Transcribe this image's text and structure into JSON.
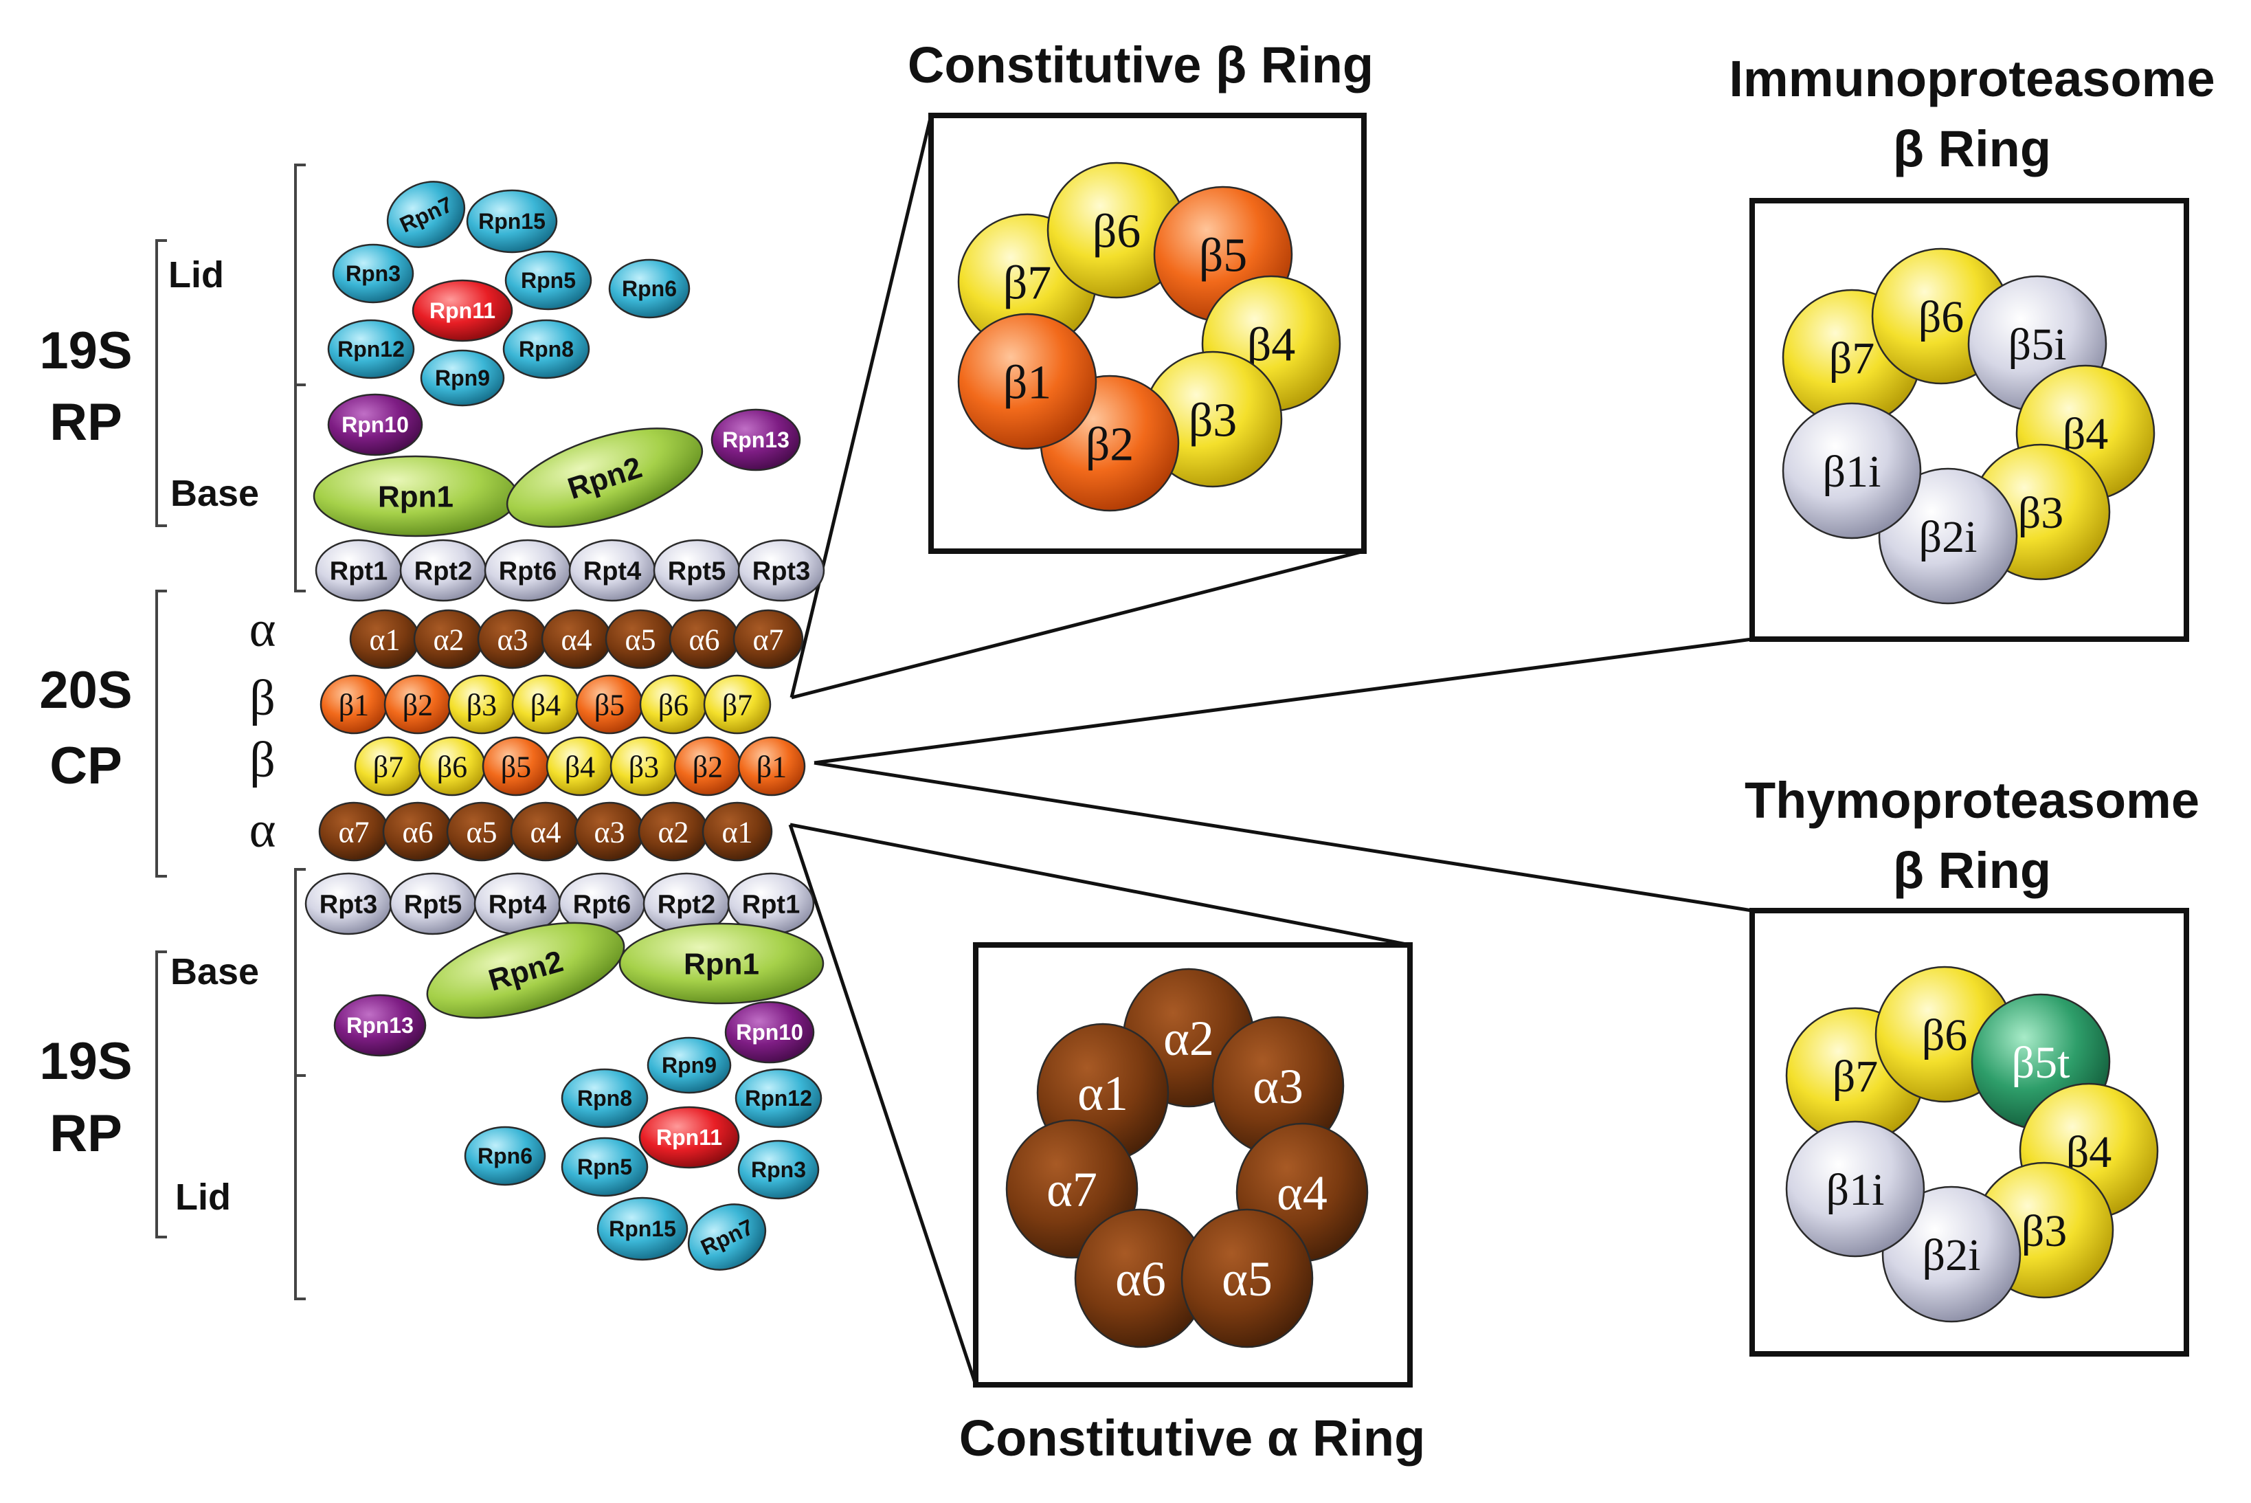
{
  "colors": {
    "cyan": "#3bb6d6",
    "red": "#e81e25",
    "purple": "#7e1d84",
    "green": "#a6d14a",
    "gray": "#d6d7e6",
    "brown": "#7a3a10",
    "orange": "#f26a1b",
    "yellow": "#f4e02c",
    "teal": "#2e9e6a"
  },
  "left_labels": {
    "rp_top_line1": "19S",
    "rp_top_line2": "RP",
    "cp_line1": "20S",
    "cp_line2": "CP",
    "rp_bottom_line1": "19S",
    "rp_bottom_line2": "RP",
    "lid_top": "Lid",
    "base_top": "Base",
    "base_bottom": "Base",
    "lid_bottom": "Lid",
    "row_alpha_top": "α",
    "row_beta_top": "β",
    "row_beta_bottom": "β",
    "row_alpha_bottom": "α"
  },
  "lid_top": [
    {
      "label": "Rpn7",
      "color": "cyan"
    },
    {
      "label": "Rpn15",
      "color": "cyan"
    },
    {
      "label": "Rpn3",
      "color": "cyan"
    },
    {
      "label": "Rpn11",
      "color": "red"
    },
    {
      "label": "Rpn5",
      "color": "cyan"
    },
    {
      "label": "Rpn6",
      "color": "cyan"
    },
    {
      "label": "Rpn12",
      "color": "cyan"
    },
    {
      "label": "Rpn8",
      "color": "cyan"
    },
    {
      "label": "Rpn9",
      "color": "cyan"
    }
  ],
  "base_top": [
    {
      "label": "Rpn10",
      "color": "purple"
    },
    {
      "label": "Rpn13",
      "color": "purple"
    },
    {
      "label": "Rpn1",
      "color": "green"
    },
    {
      "label": "Rpn2",
      "color": "green"
    }
  ],
  "rpt_top": [
    "Rpt1",
    "Rpt2",
    "Rpt6",
    "Rpt4",
    "Rpt5",
    "Rpt3"
  ],
  "alpha_top": [
    "α1",
    "α2",
    "α3",
    "α4",
    "α5",
    "α6",
    "α7"
  ],
  "beta_top": [
    {
      "label": "β1",
      "color": "orange"
    },
    {
      "label": "β2",
      "color": "orange"
    },
    {
      "label": "β3",
      "color": "yellow"
    },
    {
      "label": "β4",
      "color": "yellow"
    },
    {
      "label": "β5",
      "color": "orange"
    },
    {
      "label": "β6",
      "color": "yellow"
    },
    {
      "label": "β7",
      "color": "yellow"
    }
  ],
  "beta_bottom": [
    {
      "label": "β7",
      "color": "yellow"
    },
    {
      "label": "β6",
      "color": "yellow"
    },
    {
      "label": "β5",
      "color": "orange"
    },
    {
      "label": "β4",
      "color": "yellow"
    },
    {
      "label": "β3",
      "color": "yellow"
    },
    {
      "label": "β2",
      "color": "orange"
    },
    {
      "label": "β1",
      "color": "orange"
    }
  ],
  "alpha_bottom": [
    "α7",
    "α6",
    "α5",
    "α4",
    "α3",
    "α2",
    "α1"
  ],
  "rpt_bottom": [
    "Rpt3",
    "Rpt5",
    "Rpt4",
    "Rpt6",
    "Rpt2",
    "Rpt1"
  ],
  "base_bottom": [
    {
      "label": "Rpn2",
      "color": "green"
    },
    {
      "label": "Rpn1",
      "color": "green"
    },
    {
      "label": "Rpn13",
      "color": "purple"
    },
    {
      "label": "Rpn10",
      "color": "purple"
    }
  ],
  "lid_bottom": [
    {
      "label": "Rpn9",
      "color": "cyan"
    },
    {
      "label": "Rpn8",
      "color": "cyan"
    },
    {
      "label": "Rpn12",
      "color": "cyan"
    },
    {
      "label": "Rpn11",
      "color": "red"
    },
    {
      "label": "Rpn6",
      "color": "cyan"
    },
    {
      "label": "Rpn5",
      "color": "cyan"
    },
    {
      "label": "Rpn3",
      "color": "cyan"
    },
    {
      "label": "Rpn15",
      "color": "cyan"
    },
    {
      "label": "Rpn7",
      "color": "cyan"
    }
  ],
  "constitutive_beta": {
    "title": "Constitutive β Ring",
    "subunits": [
      {
        "label": "β7",
        "color": "yellow"
      },
      {
        "label": "β6",
        "color": "yellow"
      },
      {
        "label": "β5",
        "color": "orange"
      },
      {
        "label": "β4",
        "color": "yellow"
      },
      {
        "label": "β3",
        "color": "yellow"
      },
      {
        "label": "β2",
        "color": "orange"
      },
      {
        "label": "β1",
        "color": "orange"
      }
    ]
  },
  "constitutive_alpha": {
    "title": "Constitutive α Ring",
    "subunits": [
      "α2",
      "α1",
      "α3",
      "α7",
      "α4",
      "α6",
      "α5"
    ]
  },
  "immunoproteasome": {
    "title_line1": "Immunoproteasome",
    "title_line2": "β Ring",
    "subunits": [
      {
        "label": "β7",
        "color": "yellow"
      },
      {
        "label": "β6",
        "color": "yellow"
      },
      {
        "label": "β5i",
        "color": "gray"
      },
      {
        "label": "β4",
        "color": "yellow"
      },
      {
        "label": "β3",
        "color": "yellow"
      },
      {
        "label": "β2i",
        "color": "gray"
      },
      {
        "label": "β1i",
        "color": "gray"
      }
    ]
  },
  "thymoproteasome": {
    "title_line1": "Thymoproteasome",
    "title_line2": "β Ring",
    "subunits": [
      {
        "label": "β7",
        "color": "yellow"
      },
      {
        "label": "β6",
        "color": "yellow"
      },
      {
        "label": "β5t",
        "color": "teal"
      },
      {
        "label": "β4",
        "color": "yellow"
      },
      {
        "label": "β3",
        "color": "yellow"
      },
      {
        "label": "β2i",
        "color": "gray"
      },
      {
        "label": "β1i",
        "color": "gray"
      }
    ]
  }
}
